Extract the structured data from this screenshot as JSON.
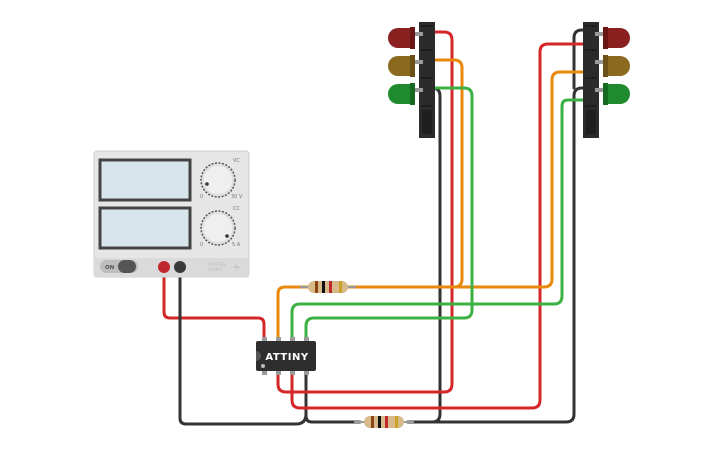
{
  "power_supply": {
    "voltage_label": "VC",
    "current_label": "CC",
    "voltage_min": "0",
    "voltage_max": "30 V",
    "current_min": "0",
    "current_max": "5 A",
    "switch_label": "ON",
    "brand_line1": "VOLTAGE",
    "brand_line2": "SUPPLY"
  },
  "chip": {
    "label": "ATTINY"
  },
  "traffic_lights": [
    {
      "side": "left",
      "colors": [
        "#8b2020",
        "#8b6a1f",
        "#1f8a2e"
      ]
    },
    {
      "side": "right",
      "colors": [
        "#8b2020",
        "#8b6a1f",
        "#1f8a2e"
      ]
    }
  ],
  "wire_colors": {
    "red": "#d62728",
    "orange": "#e8890c",
    "green": "#3cb043",
    "black": "#333333"
  }
}
